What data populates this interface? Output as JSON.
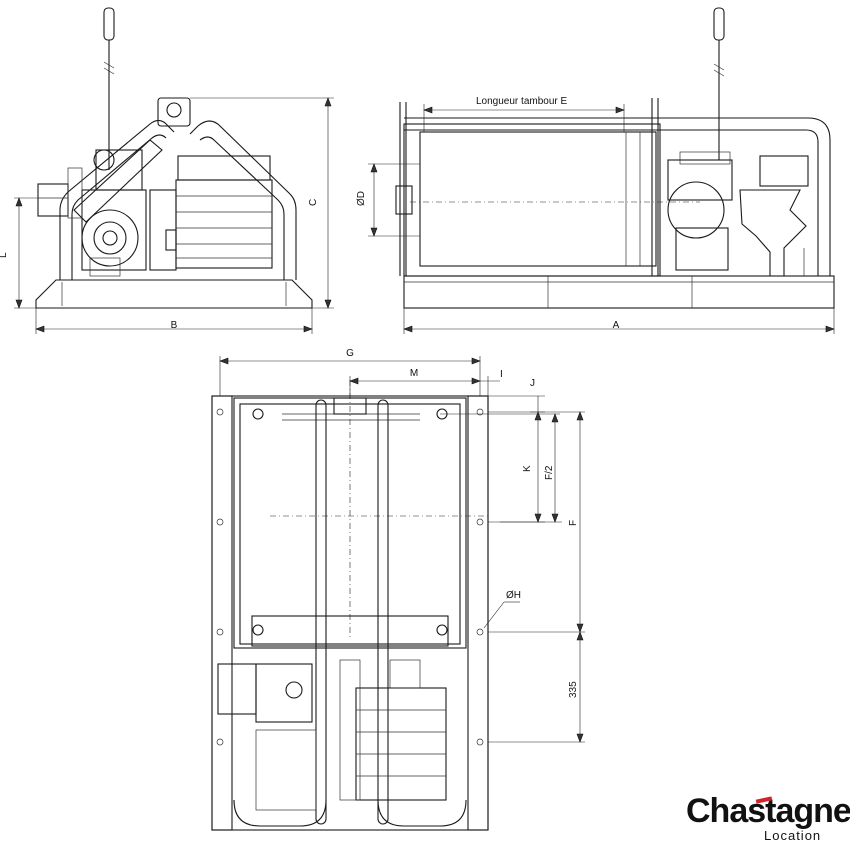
{
  "labels": {
    "drum_length": "Longueur tambour E",
    "dim_A": "A",
    "dim_B": "B",
    "dim_C": "C",
    "dim_L": "L",
    "dim_D": "ØD",
    "dim_G": "G",
    "dim_M": "M",
    "dim_I": "I",
    "dim_J": "J",
    "dim_K": "K",
    "dim_F2": "F/2",
    "dim_F": "F",
    "dim_H": "ØH",
    "dim_335": "335"
  },
  "logo": {
    "brand": "Chastagner",
    "sub": "Location",
    "accent_color": "#d2232a"
  }
}
